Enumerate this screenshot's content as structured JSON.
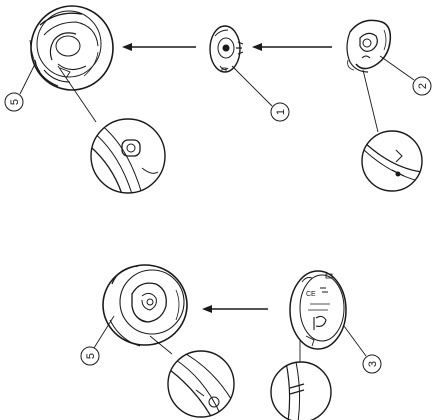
{
  "diagram": {
    "callouts": [
      {
        "number": "5"
      },
      {
        "number": "1"
      },
      {
        "number": "2"
      },
      {
        "number": "5"
      },
      {
        "number": "3"
      }
    ],
    "arrows": [
      {
        "direction": "left"
      },
      {
        "direction": "left"
      },
      {
        "direction": "left"
      }
    ]
  }
}
